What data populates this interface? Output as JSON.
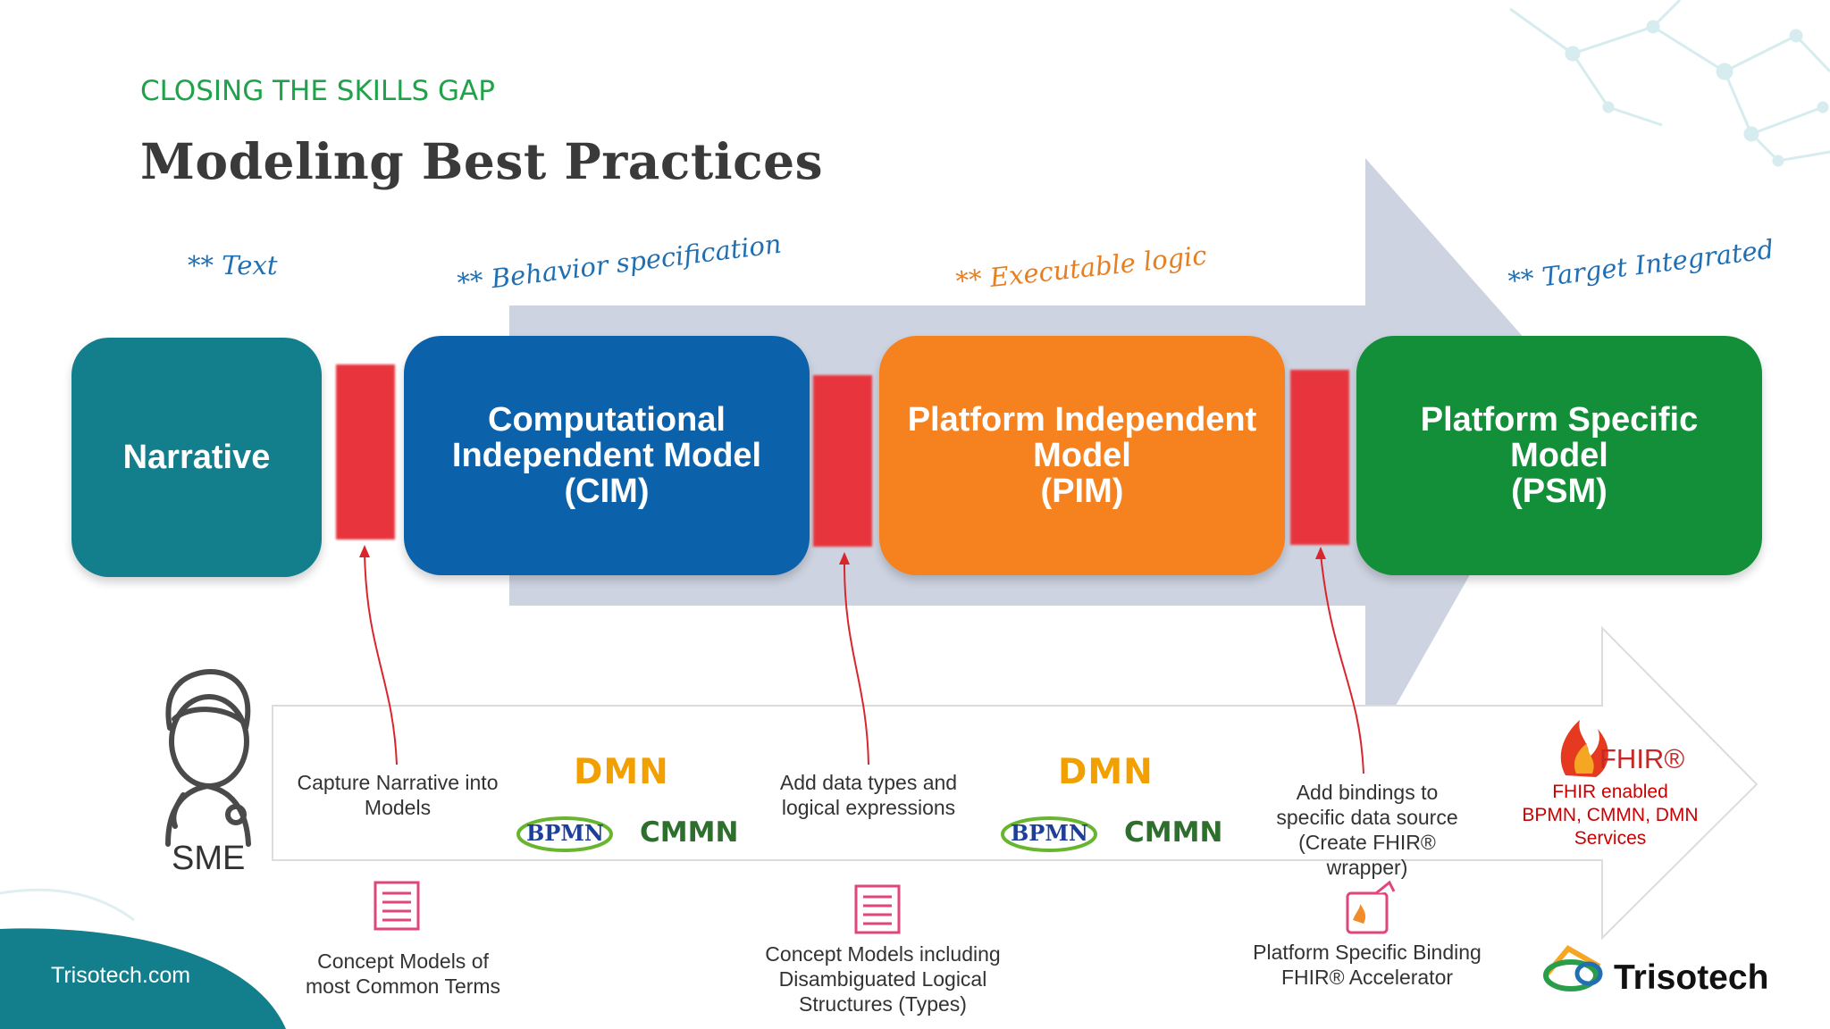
{
  "header": {
    "kicker": "CLOSING THE SKILLS GAP",
    "title": "Modeling Best Practices"
  },
  "annotations": [
    "** Text",
    "** Behavior specification",
    "** Executable logic",
    "** Target Integrated"
  ],
  "stages": [
    {
      "label": "Narrative",
      "color": "#137f8c"
    },
    {
      "label": "Computational\nIndependent Model\n(CIM)",
      "color": "#0b62aa"
    },
    {
      "label": "Platform Independent\nModel\n(PIM)",
      "color": "#f5821f"
    },
    {
      "label": "Platform Specific\nModel\n(PSM)",
      "color": "#138f3a"
    }
  ],
  "sme_label": "SME",
  "steps": [
    "Capture Narrative into\nModels",
    "Add data types and\nlogical expressions",
    "Add bindings to\nspecific data source\n(Create FHIR®\nwrapper)"
  ],
  "fhir": {
    "logo": "FHIR®",
    "caption": "FHIR enabled\nBPMN, CMMN, DMN\nServices"
  },
  "standards_logos": [
    "DMN",
    "BPMN",
    "CMMN"
  ],
  "artifacts": [
    "Concept Models of\nmost Common Terms",
    "Concept Models including\nDisambiguated Logical\nStructures (Types)",
    "Platform Specific Binding\nFHIR® Accelerator"
  ],
  "footer": {
    "site": "Trisotech.com",
    "brand": "Trisotech"
  },
  "icons": [
    "doctor-icon",
    "document-icon",
    "fhir-flame-icon",
    "fhir-package-icon",
    "trisotech-logo-icon"
  ],
  "colors": {
    "accent_green": "#1fa34a",
    "title": "#3a3a3a",
    "red_bar": "#e8343c",
    "big_arrow": "#cdd3e0",
    "fhir_red": "#cc0000"
  }
}
